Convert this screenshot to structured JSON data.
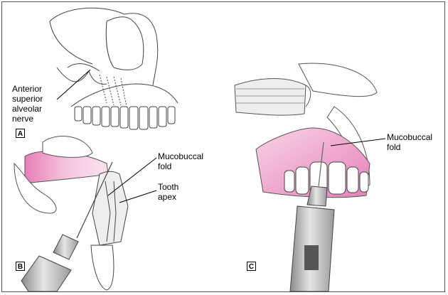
{
  "panels": {
    "a": {
      "letter": "A",
      "label": "Anterior\nsuperior\nalveolar\nnerve"
    },
    "b": {
      "letter": "B",
      "mucobuccal_label": "Mucobuccal\nfold",
      "apex_label": "Tooth\napex"
    },
    "c": {
      "letter": "C",
      "mucobuccal_label": "Mucobuccal\nfold"
    }
  },
  "colors": {
    "gum_pink": "#f2b8d6",
    "gum_deep": "#e680b8",
    "line": "#333333",
    "syringe_gray": "#c8c8c8"
  }
}
